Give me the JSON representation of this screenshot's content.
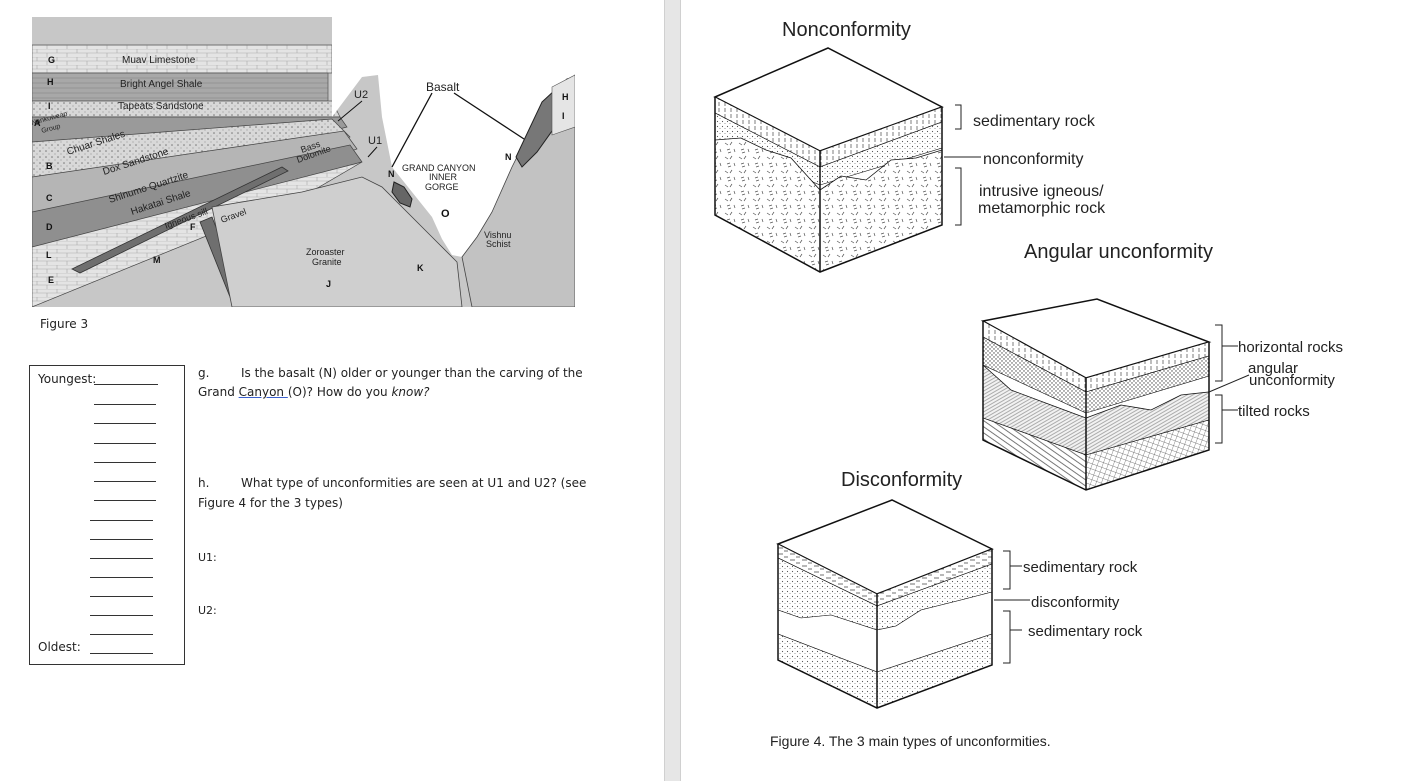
{
  "figure3": {
    "caption": "Figure 3",
    "labels": {
      "muav": "Muav Limestone",
      "bright_angel": "Bright Angel Shale",
      "tapeats": "Tapeats Sandstone",
      "nankoweap1": "Nankoweap",
      "nankoweap2": "Group",
      "chuar": "Chuar Shales",
      "dox": "Dox Sandstone",
      "shinumo": "Shinumo Quartzite",
      "hakatai": "Hakatai Shale",
      "sill": "Igneous sill",
      "gravel": "Gravel",
      "bass1": "Bass",
      "bass2": "Dolomite",
      "zoroaster1": "Zoroaster",
      "zoroaster2": "Granite",
      "vishnu1": "Vishnu",
      "vishnu2": "Schist",
      "gorge1": "GRAND CANYON",
      "gorge2": "INNER",
      "gorge3": "GORGE",
      "basalt": "Basalt",
      "u1": "U1",
      "u2": "U2",
      "letters": {
        "G": "G",
        "H": "H",
        "I": "I",
        "A": "A",
        "B": "B",
        "C": "C",
        "D": "D",
        "L": "L",
        "E": "E",
        "F": "F",
        "M": "M",
        "J": "J",
        "K": "K",
        "N": "N",
        "O": "O"
      }
    }
  },
  "order_box": {
    "youngest": "Youngest:",
    "oldest": "Oldest:"
  },
  "questions": {
    "g_letter": "g.",
    "g_text_1": "Is the basalt (N) older or younger than the carving of the",
    "g_text_2a": "Grand ",
    "g_text_2b": "Canyon ",
    "g_text_2c": "(O)?  How do you ",
    "g_text_2d": "know?",
    "h_letter": "h.",
    "h_text_1": "What type of unconformities are seen at U1 and U2? (see",
    "h_text_2": "Figure 4 for the 3 types)",
    "u1": "U1:",
    "u2": "U2:"
  },
  "figure4": {
    "nonconformity_title": "Nonconformity",
    "sedimentary_rock": "sedimentary rock",
    "nonconformity": "nonconformity",
    "intrusive_1": "intrusive igneous/",
    "intrusive_2": "metamorphic rock",
    "angular_title": "Angular unconformity",
    "horizontal_rocks": "horizontal rocks",
    "angular_1": "angular",
    "angular_2": "unconformity",
    "tilted_rocks": "tilted rocks",
    "disconformity_title": "Disconformity",
    "sedimentary_rock_top": "sedimentary rock",
    "disconformity": "disconformity",
    "sedimentary_rock_bottom": "sedimentary rock",
    "caption": "Figure 4. The 3 main types of unconformities."
  }
}
